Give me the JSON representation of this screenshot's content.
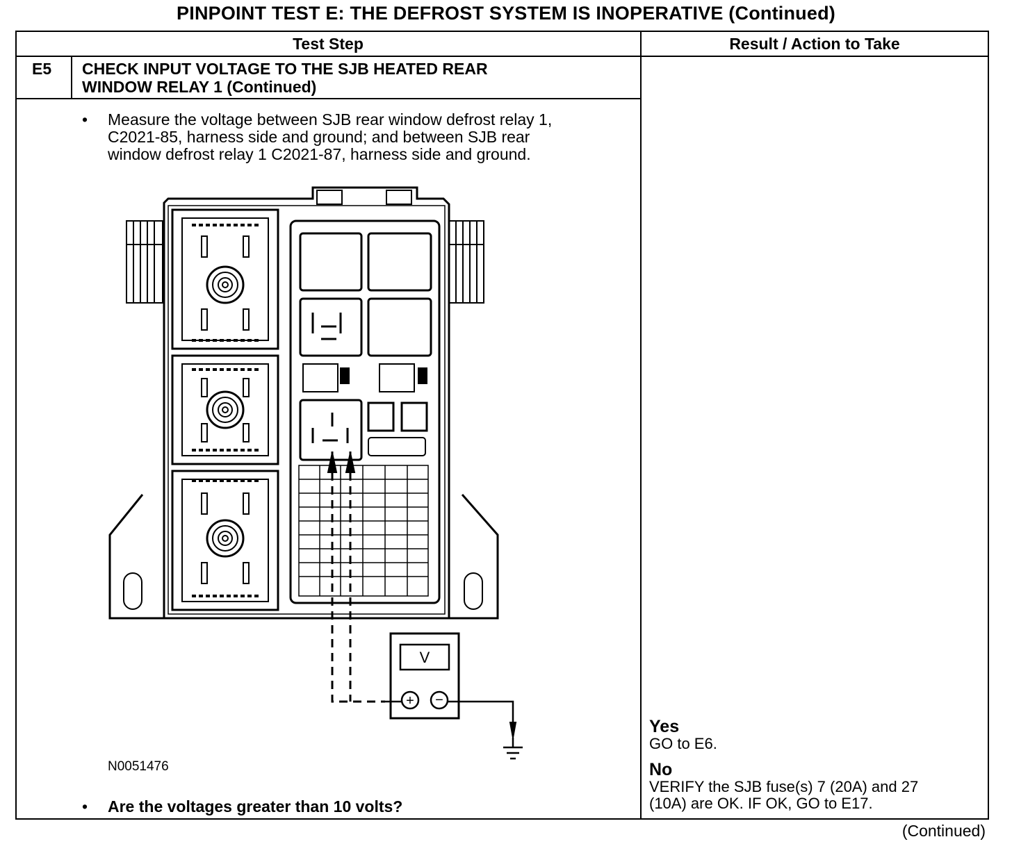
{
  "page": {
    "title": "PINPOINT TEST E: THE DEFROST SYSTEM IS INOPERATIVE (Continued)",
    "continued": "(Continued)"
  },
  "table": {
    "headers": {
      "test_step": "Test Step",
      "result_action": "Result / Action to Take"
    },
    "step": {
      "id": "E5",
      "title_line1": "CHECK INPUT VOLTAGE TO THE SJB HEATED REAR",
      "title_line2": "WINDOW RELAY 1 (Continued)",
      "bullet1_line1": "Measure the voltage between SJB rear window defrost relay 1,",
      "bullet1_line2": "C2021-85, harness side and ground; and between SJB rear",
      "bullet1_line3": "window defrost relay 1 C2021-87, harness side and ground.",
      "figure_id": "N0051476",
      "question": "Are the voltages greater than 10 volts?",
      "meter_label": "V",
      "meter_plus": "+",
      "meter_minus": "−"
    },
    "result": {
      "yes_label": "Yes",
      "yes_action": "GO to E6.",
      "no_label": "No",
      "no_action_line1": "VERIFY the SJB fuse(s) 7 (20A) and 27",
      "no_action_line2": "(10A) are OK. IF OK, GO to E17."
    }
  },
  "bullet_symbol": "•"
}
